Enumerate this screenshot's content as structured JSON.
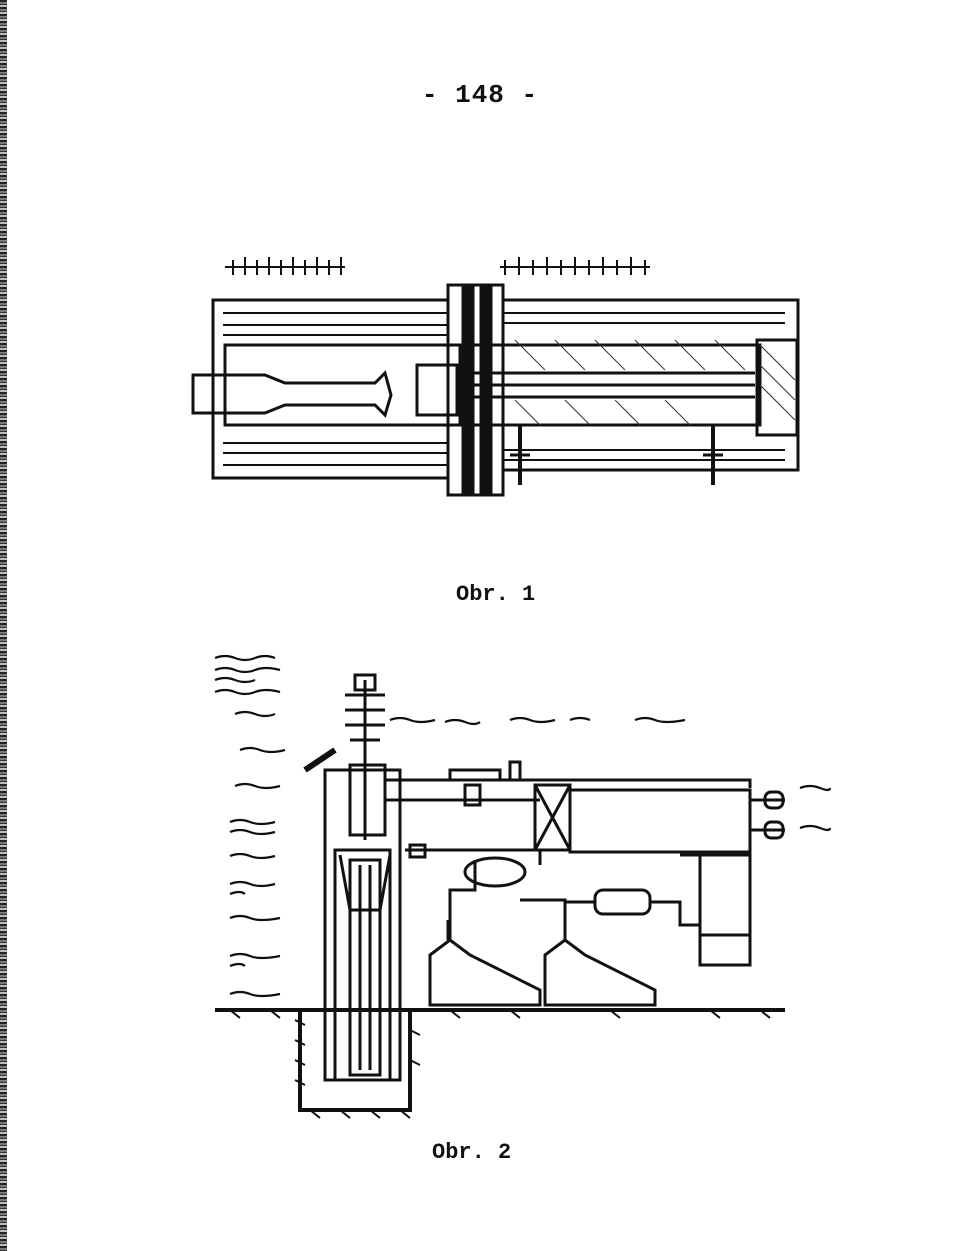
{
  "page": {
    "number": "- 148 -",
    "figure1": {
      "caption": "Obr. 1"
    },
    "figure2": {
      "caption": "Obr. 2"
    }
  }
}
